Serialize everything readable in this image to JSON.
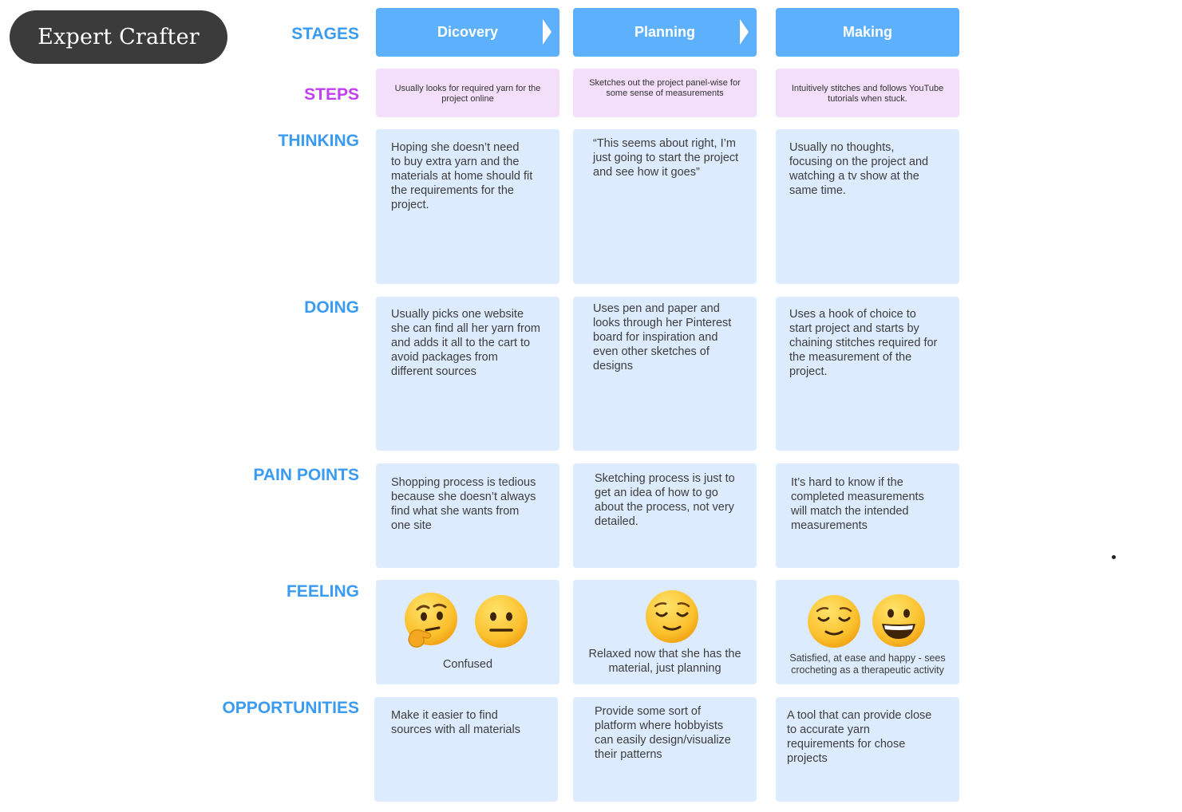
{
  "header": {
    "title": "Expert Crafter"
  },
  "row_labels": {
    "stages": "STAGES",
    "steps": "STEPS",
    "thinking": "THINKING",
    "doing": "DOING",
    "pain_points": "PAIN POINTS",
    "feeling": "FEELING",
    "opportunities": "OPPORTUNITIES"
  },
  "stages": [
    {
      "label": "Dicovery",
      "arrow": true
    },
    {
      "label": "Planning",
      "arrow": true
    },
    {
      "label": "Making",
      "arrow": false
    }
  ],
  "steps": [
    "Usually looks for required yarn for the project online",
    "Sketches out the project panel-wise for some sense of measurements",
    "Intuitively stitches and follows YouTube tutorials when stuck."
  ],
  "thinking": [
    "Hoping she doesn’t need\nto buy extra yarn and the\nmaterials at home should fit\nthe requirements for the\nproject.",
    "“This seems about right, I’m\njust going to start the project\nand see how it goes”",
    "Usually no thoughts,\nfocusing on the project and\nwatching a tv show at the\nsame time."
  ],
  "doing": [
    "Usually picks one website\nshe can find all her yarn from\nand adds it all to the cart to\navoid packages from\ndifferent sources",
    "Uses pen and paper and\nlooks through her Pinterest\nboard for inspiration and\neven other sketches of\ndesigns",
    "Uses a hook of choice to\nstart project and starts by\nchaining stitches required for\nthe measurement of the\nproject."
  ],
  "pain_points": [
    "Shopping process is tedious\nbecause she doesn’t always\nfind what she wants from\none site",
    "Sketching process is just to\nget an idea of how to go\nabout the process, not very\ndetailed.",
    "It’s hard to know if the\ncompleted measurements\nwill match the intended\nmeasurements"
  ],
  "feeling": [
    {
      "caption": "Confused",
      "emojis": [
        "thinking-face-icon",
        "neutral-face-icon"
      ]
    },
    {
      "caption": "Relaxed now that she has the\nmaterial, just planning",
      "emojis": [
        "relieved-face-icon"
      ]
    },
    {
      "caption": "Satisfied, at ease and happy - sees\ncrocheting as a therapeutic activity",
      "emojis": [
        "relieved-face-icon",
        "grinning-face-icon"
      ]
    }
  ],
  "opportunities": [
    "Make it easier to find\nsources with all materials",
    "Provide some sort of\nplatform where hobbyists\ncan easily design/visualize\ntheir patterns",
    "A tool that can provide close\nto accurate yarn\nrequirements for chose\nprojects"
  ],
  "colors": {
    "stage_blue": "#5db0fb",
    "card_blue": "#dcebfd",
    "step_pink": "#f3dffa",
    "label_blue": "#3a9bf1",
    "label_purple": "#c13ff0",
    "pill_dark": "#3b3b3b"
  }
}
